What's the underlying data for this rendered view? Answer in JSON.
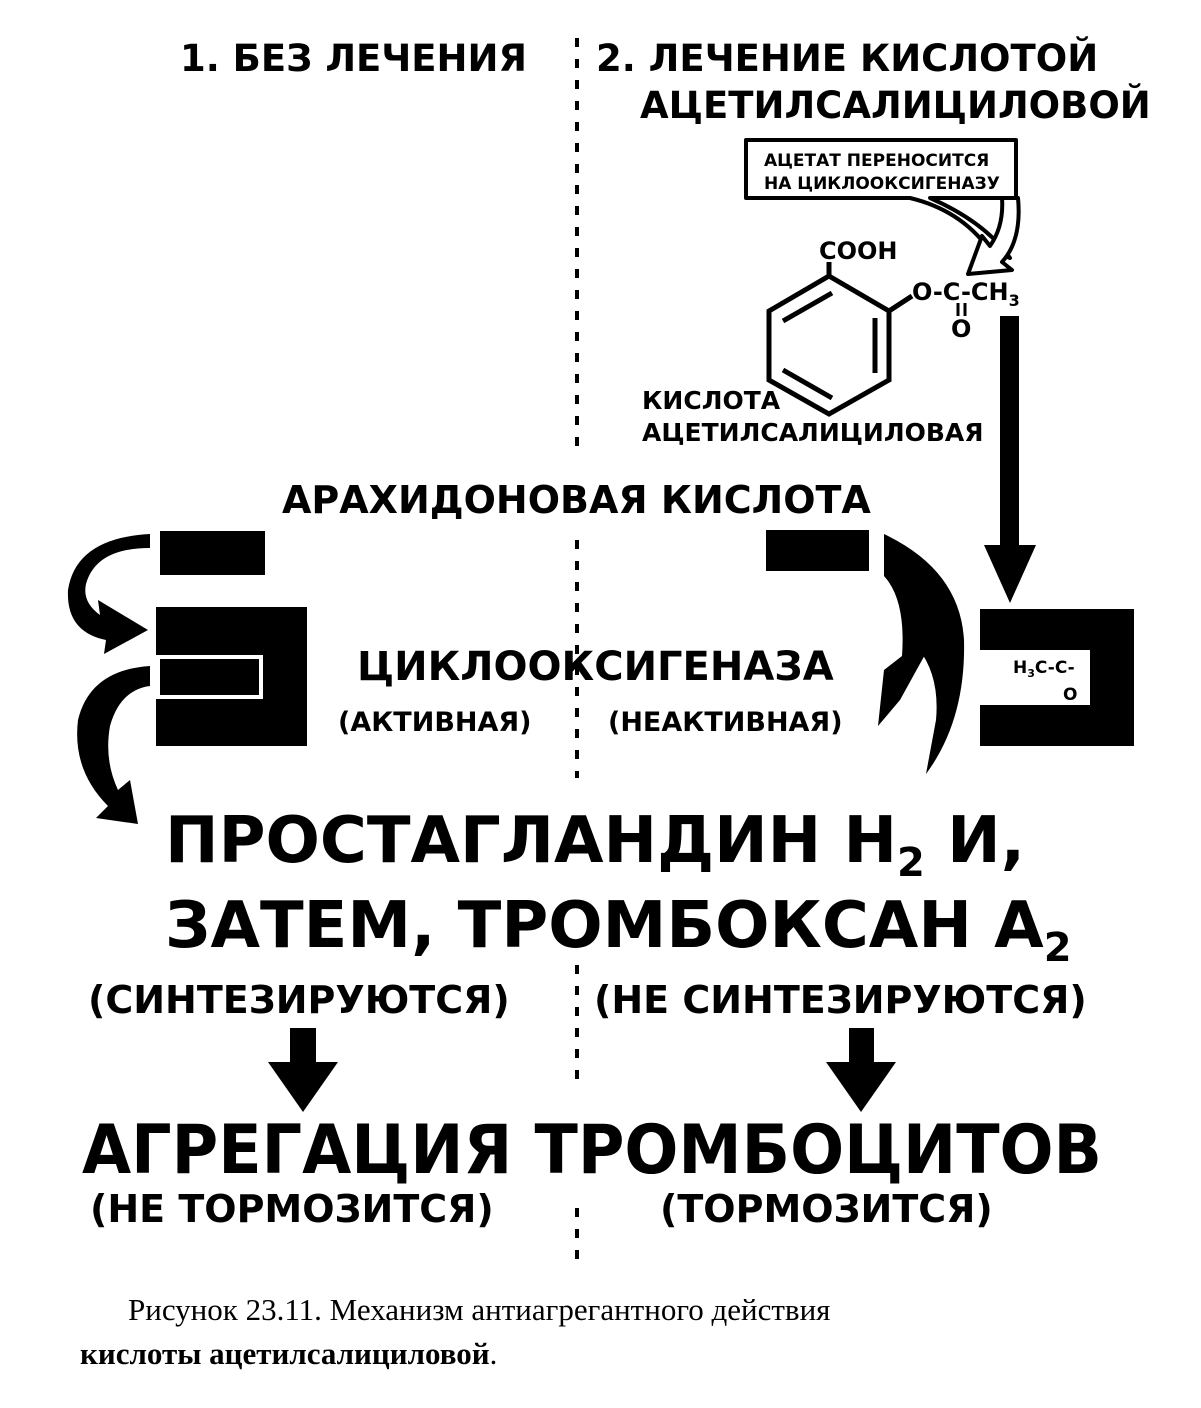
{
  "columns": {
    "left_heading": "1. БЕЗ ЛЕЧЕНИЯ",
    "right_heading_line1": "2. ЛЕЧЕНИЕ КИСЛОТОЙ",
    "right_heading_line2": "АЦЕТИЛСАЛИЦИЛОВОЙ"
  },
  "callout": {
    "line1": "АЦЕТАТ ПЕРЕНОСИТСЯ",
    "line2": "НА ЦИКЛООКСИГЕНАЗУ"
  },
  "molecule": {
    "carboxyl": "COOH",
    "ester_chain": "O-C-CH",
    "ester_subscript": "3",
    "carbonyl_oxygen": "O",
    "name_line1": "КИСЛОТА",
    "name_line2": "АЦЕТИЛСАЛИЦИЛОВАЯ"
  },
  "substrate": "АРАХИДОНОВАЯ КИСЛОТА",
  "enzyme": {
    "name": "ЦИКЛООКСИГЕНАЗА",
    "state_left": "(АКТИВНАЯ)",
    "state_right": "(НЕАКТИВНАЯ)",
    "bound_group_h": "H",
    "bound_group_sub": "3",
    "bound_group_rest": "C-C-",
    "bound_group_oxygen": "O"
  },
  "products": {
    "line1_main": "ПРОСТАГЛАНДИН H",
    "line1_sub": "2",
    "line1_tail": " И,",
    "line2_main": "ЗАТЕМ, ТРОМБОКСАН A",
    "line2_sub": "2",
    "state_left": "(СИНТЕЗИРУЮТСЯ)",
    "state_right": "(НЕ СИНТЕЗИРУЮТСЯ)"
  },
  "outcome": {
    "title": "АГРЕГАЦИЯ ТРОМБОЦИТОВ",
    "state_left": "(НЕ ТОРМОЗИТСЯ)",
    "state_right": "(ТОРМОЗИТСЯ)"
  },
  "caption": {
    "prefix": "Рисунок 23.11. Механизм антиагрегантного действия",
    "bold": "кислоты ацетилсалициловой",
    "suffix": "."
  }
}
